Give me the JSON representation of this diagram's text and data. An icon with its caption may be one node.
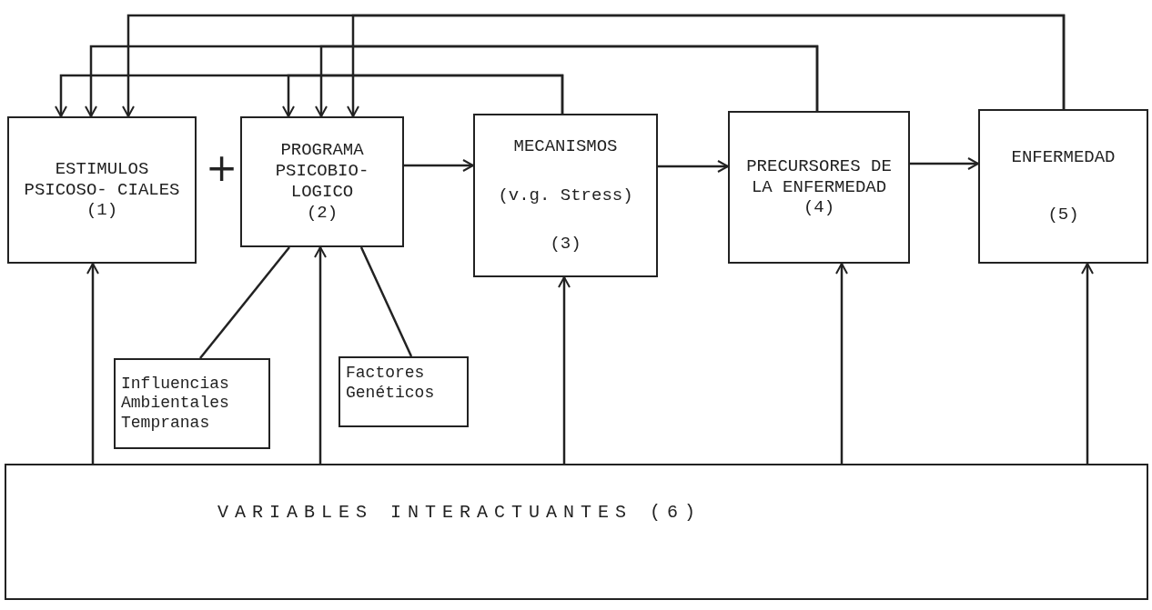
{
  "diagram": {
    "nodes": [
      {
        "text": [
          "ESTIMULOS PSICOSO- CIALES",
          "(1)"
        ]
      },
      {
        "text": [
          "PROGRAMA PSICOBIO- LOGICO",
          "(2)"
        ]
      },
      {
        "text": [
          "MECANISMOS",
          "(v.g. Stress)",
          "(3)"
        ]
      },
      {
        "text": [
          "PRECURSORES DE LA ENFERMEDAD",
          "(4)"
        ]
      },
      {
        "text": [
          "ENFERMEDAD",
          "(5)"
        ]
      },
      {
        "text": [
          "Influencias Ambientales Tempranas"
        ]
      },
      {
        "text": [
          "Factores Genéticos"
        ]
      },
      {
        "text": [
          "VARIABLES INTERACTUANTES (6)"
        ]
      }
    ],
    "edges": [
      {
        "from": 1,
        "to": 2,
        "arrow": "to"
      },
      {
        "from": 2,
        "to": 3,
        "arrow": "to"
      },
      {
        "from": 3,
        "to": 4,
        "arrow": "to"
      },
      {
        "from": 2,
        "to": 0,
        "arrow": "to"
      },
      {
        "from": 2,
        "to": 1,
        "arrow": "to"
      },
      {
        "from": 3,
        "to": 0,
        "arrow": "to"
      },
      {
        "from": 3,
        "to": 1,
        "arrow": "to"
      },
      {
        "from": 4,
        "to": 0,
        "arrow": "to"
      },
      {
        "from": 4,
        "to": 1,
        "arrow": "to"
      },
      {
        "from": 5,
        "to": 1,
        "arrow": "none"
      },
      {
        "from": 6,
        "to": 1,
        "arrow": "none"
      },
      {
        "from": 7,
        "to": 0,
        "arrow": "to"
      },
      {
        "from": 7,
        "to": 1,
        "arrow": "to"
      },
      {
        "from": 7,
        "to": 2,
        "arrow": "to"
      },
      {
        "from": 7,
        "to": 3,
        "arrow": "to"
      },
      {
        "from": 7,
        "to": 4,
        "arrow": "to"
      }
    ],
    "labels": [
      "+"
    ]
  }
}
